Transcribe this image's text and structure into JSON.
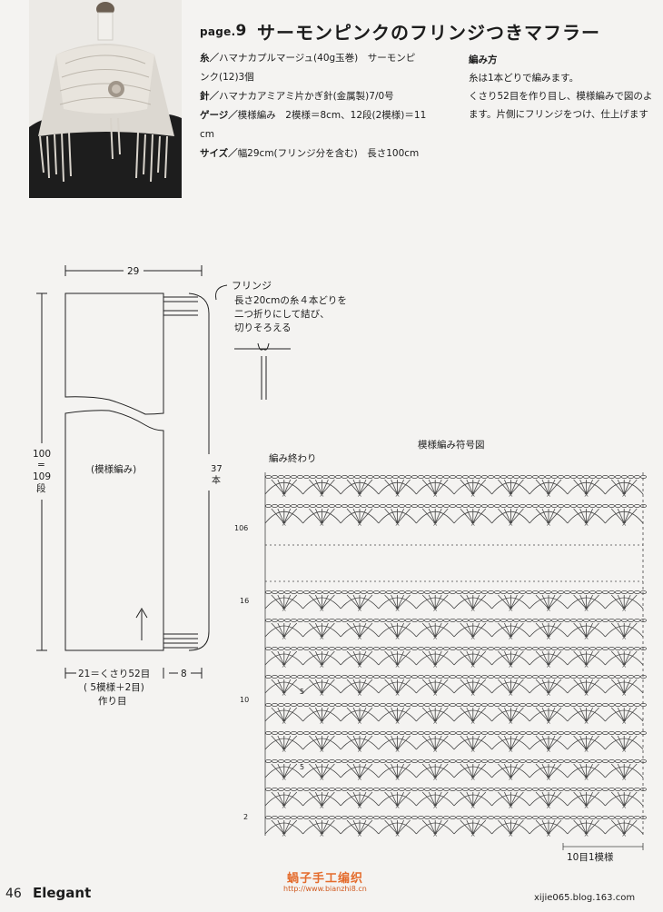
{
  "header": {
    "page_label": "page.",
    "page_num": "9",
    "title": "サーモンピンクのフリンジつきマフラー"
  },
  "materials": {
    "yarn_label": "糸／",
    "yarn_line1": "ハマナカプルマージュ(40g玉巻)　サーモンピ",
    "yarn_line2": "ンク(12)3個",
    "needle_label": "針／",
    "needle": "ハマナカアミアミ片かぎ針(金属製)7/0号",
    "gauge_label": "ゲージ／",
    "gauge_line1": "模様編み　2模様＝8cm、12段(2模様)＝11",
    "gauge_line2": "cm",
    "size_label": "サイズ／",
    "size": "幅29cm(フリンジ分を含む)　長さ100cm"
  },
  "instructions": {
    "heading": "編み方",
    "line1": "糸は1本どりで編みます。",
    "line2": "くさり52目を作り目し、模様編みで図のよ",
    "line3": "ます。片側にフリンジをつけ、仕上げます"
  },
  "schematic": {
    "width": "29",
    "fringe_title": "フリンジ",
    "fringe_line1": "長さ20cmの糸４本どりを",
    "fringe_line2": "二つ折りにして結び、",
    "fringe_line3": "切りそろえる",
    "length_100": "100",
    "length_eq": "=",
    "length_109": "109",
    "length_dan": "段",
    "pattern": "(模様編み)",
    "fringe_count": "37",
    "fringe_unit": "本",
    "bottom_line1": "21＝くさり52目",
    "bottom_8": "8",
    "bottom_line2": "( 5模様＋2目)",
    "bottom_line3": "作り目"
  },
  "chart": {
    "title": "模様編み符号図",
    "finish_label": "編み終わり",
    "row_106": "106",
    "row_16": "16",
    "row_10": "10",
    "row_2": "2",
    "rep_label": "10目1模様",
    "mark_5a": "5",
    "mark_5b": "5"
  },
  "footer": {
    "page": "46",
    "brand": "Elegant",
    "watermark_cn": "蝸子手工编织",
    "watermark_url": "http://www.bianzhi8.cn",
    "blog": "xijie065.blog.163.com"
  }
}
